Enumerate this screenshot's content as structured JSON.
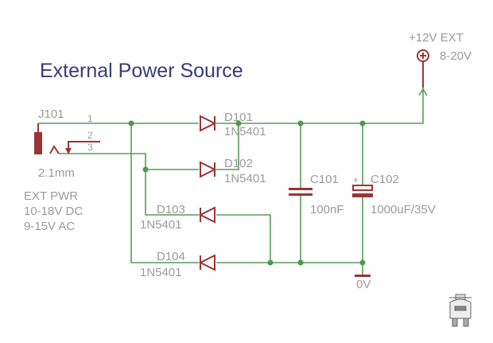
{
  "title": "External Power Source",
  "connector": {
    "ref": "J101",
    "size": "2.1mm",
    "pins": [
      "1",
      "2",
      "3"
    ],
    "notes": [
      "EXT PWR",
      "10-18V DC",
      "9-15V AC"
    ]
  },
  "diodes": [
    {
      "ref": "D101",
      "value": "1N5401"
    },
    {
      "ref": "D102",
      "value": "1N5401"
    },
    {
      "ref": "D103",
      "value": "1N5401"
    },
    {
      "ref": "D104",
      "value": "1N5401"
    }
  ],
  "capacitors": [
    {
      "ref": "C101",
      "value": "100nF"
    },
    {
      "ref": "C102",
      "value": "1000uF/35V",
      "polarity": "+"
    }
  ],
  "supply": {
    "label": "+12V EXT",
    "range": "8-20V"
  },
  "ground": {
    "label": "0V"
  },
  "colors": {
    "wire": "#5a9a5a",
    "part": "#9c3434",
    "title": "#3b3a78",
    "label": "#9a9a9a"
  }
}
